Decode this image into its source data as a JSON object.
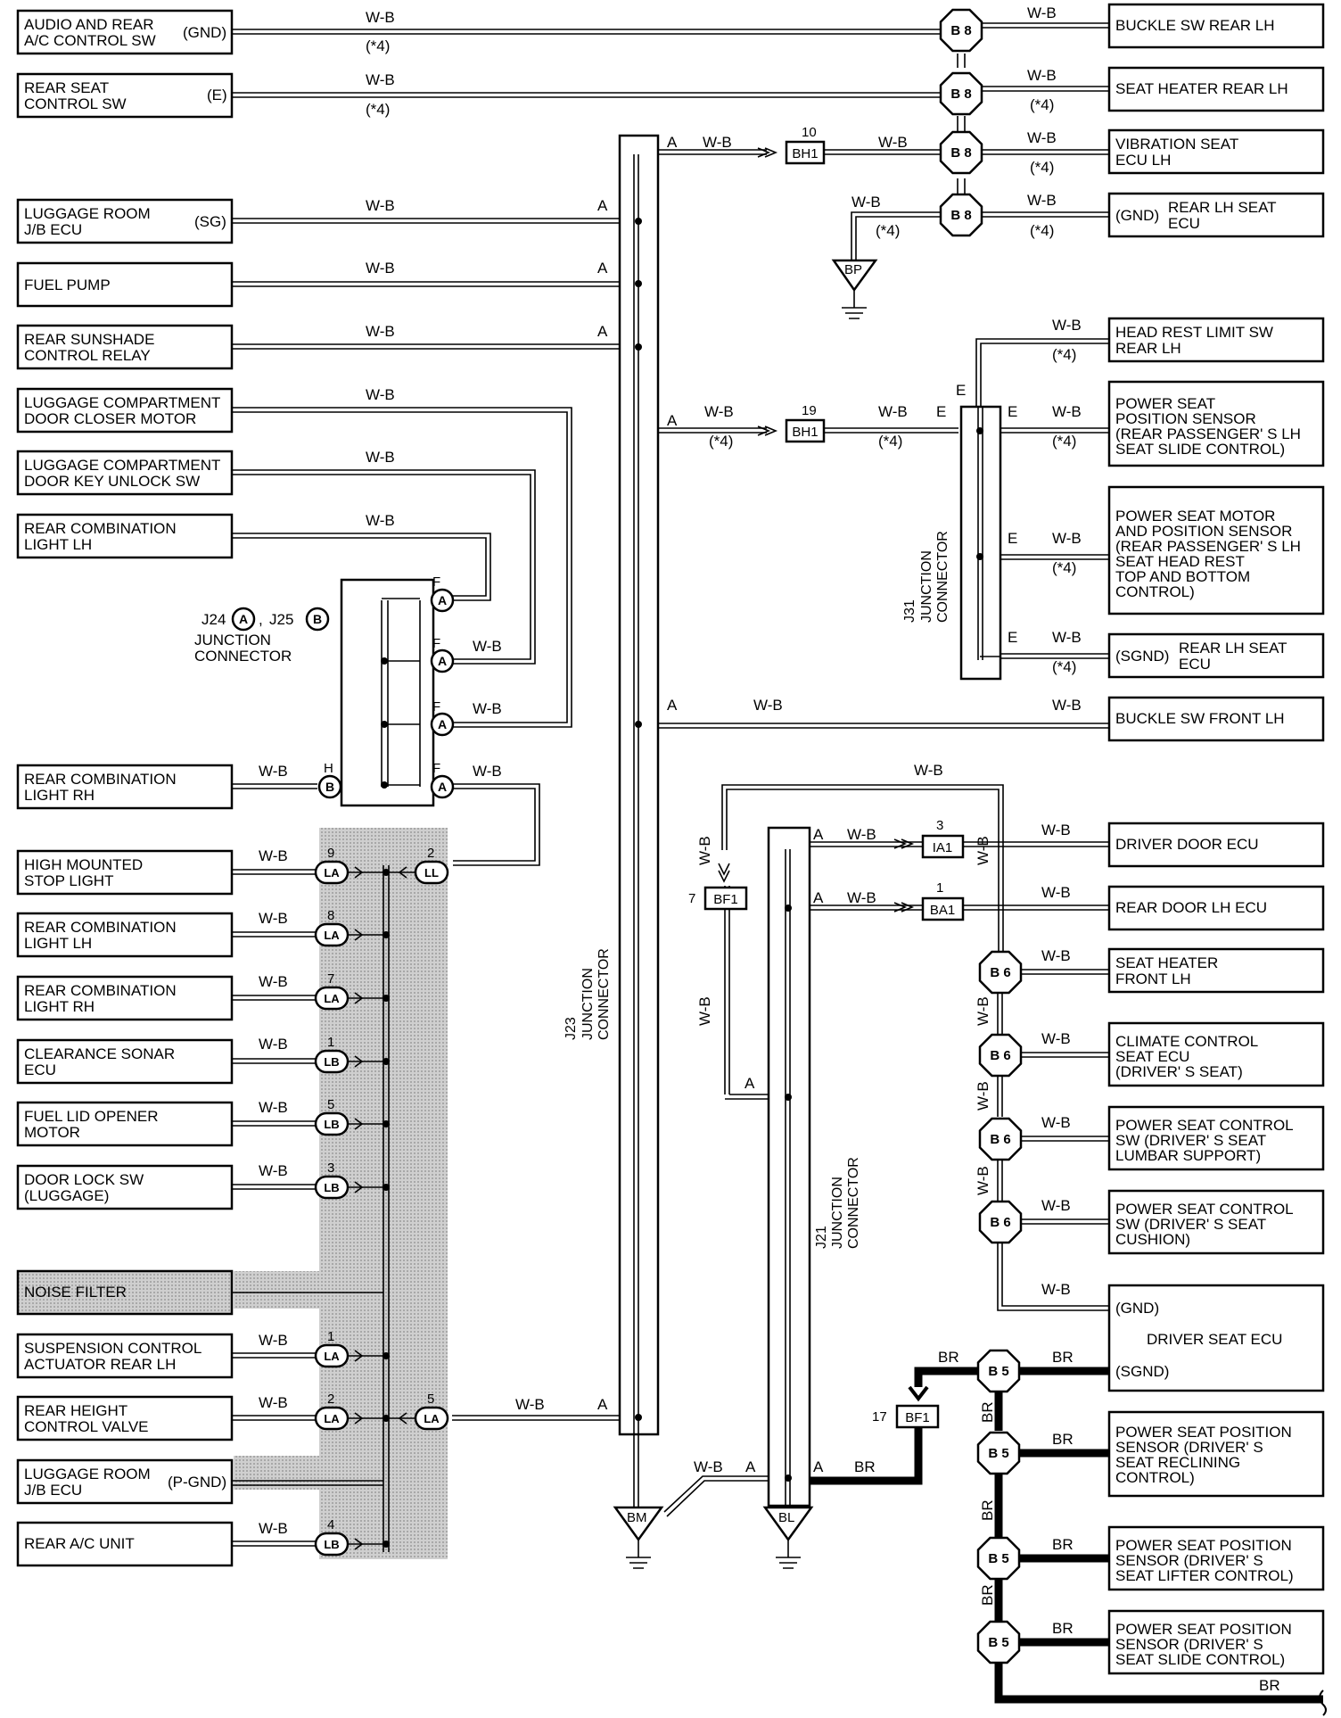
{
  "wire_colors": {
    "wb": "W-B",
    "br": "BR"
  },
  "note4": "(*4)",
  "left_components": [
    {
      "lines": [
        "AUDIO AND REAR",
        "A/C CONTROL SW"
      ],
      "terminal": "(GND)"
    },
    {
      "lines": [
        "REAR SEAT",
        "CONTROL SW"
      ],
      "terminal": "(E)"
    },
    {
      "lines": [
        "LUGGAGE ROOM",
        "J/B ECU"
      ],
      "terminal": "(SG)"
    },
    {
      "lines": [
        "FUEL PUMP"
      ],
      "terminal": ""
    },
    {
      "lines": [
        "REAR SUNSHADE",
        "CONTROL RELAY"
      ],
      "terminal": ""
    },
    {
      "lines": [
        "LUGGAGE COMPARTMENT",
        "DOOR CLOSER MOTOR"
      ],
      "terminal": ""
    },
    {
      "lines": [
        "LUGGAGE COMPARTMENT",
        "DOOR KEY UNLOCK SW"
      ],
      "terminal": ""
    },
    {
      "lines": [
        "REAR COMBINATION",
        "LIGHT LH"
      ],
      "terminal": ""
    },
    {
      "lines": [
        "REAR COMBINATION",
        "LIGHT RH"
      ],
      "terminal": ""
    },
    {
      "lines": [
        "HIGH MOUNTED",
        "STOP LIGHT"
      ],
      "terminal": ""
    },
    {
      "lines": [
        "REAR COMBINATION",
        "LIGHT LH"
      ],
      "terminal": ""
    },
    {
      "lines": [
        "REAR COMBINATION",
        "LIGHT RH"
      ],
      "terminal": ""
    },
    {
      "lines": [
        "CLEARANCE SONAR",
        "ECU"
      ],
      "terminal": ""
    },
    {
      "lines": [
        "FUEL LID OPENER",
        "MOTOR"
      ],
      "terminal": ""
    },
    {
      "lines": [
        "DOOR LOCK SW",
        "(LUGGAGE)"
      ],
      "terminal": ""
    },
    {
      "lines": [
        "NOISE FILTER"
      ],
      "terminal": ""
    },
    {
      "lines": [
        "SUSPENSION CONTROL",
        "ACTUATOR REAR LH"
      ],
      "terminal": ""
    },
    {
      "lines": [
        "REAR HEIGHT",
        "CONTROL VALVE"
      ],
      "terminal": ""
    },
    {
      "lines": [
        "LUGGAGE ROOM",
        "J/B ECU"
      ],
      "terminal": "(P-GND)"
    },
    {
      "lines": [
        "REAR A/C UNIT"
      ],
      "terminal": ""
    }
  ],
  "right_components": [
    {
      "lines": [
        "BUCKLE SW REAR LH"
      ],
      "terminal": ""
    },
    {
      "lines": [
        "SEAT HEATER REAR LH"
      ],
      "terminal": ""
    },
    {
      "lines": [
        "VIBRATION SEAT",
        "ECU LH"
      ],
      "terminal": ""
    },
    {
      "lines": [
        "REAR LH SEAT",
        "ECU"
      ],
      "terminal": "(GND)"
    },
    {
      "lines": [
        "HEAD REST LIMIT SW",
        "REAR LH"
      ],
      "terminal": ""
    },
    {
      "lines": [
        "POWER SEAT",
        "POSITION SENSOR",
        "(REAR PASSENGER' S LH",
        " SEAT SLIDE CONTROL)"
      ],
      "terminal": ""
    },
    {
      "lines": [
        "POWER SEAT MOTOR",
        "AND POSITION SENSOR",
        "(REAR PASSENGER' S LH",
        " SEAT HEAD REST",
        " TOP AND BOTTOM",
        " CONTROL)"
      ],
      "terminal": ""
    },
    {
      "lines": [
        "REAR LH SEAT",
        "ECU"
      ],
      "terminal": "(SGND)"
    },
    {
      "lines": [
        "BUCKLE SW FRONT LH"
      ],
      "terminal": ""
    },
    {
      "lines": [
        "DRIVER DOOR ECU"
      ],
      "terminal": ""
    },
    {
      "lines": [
        "REAR DOOR LH ECU"
      ],
      "terminal": ""
    },
    {
      "lines": [
        "SEAT HEATER",
        "FRONT LH"
      ],
      "terminal": ""
    },
    {
      "lines": [
        "CLIMATE CONTROL",
        "SEAT ECU",
        "(DRIVER' S SEAT)"
      ],
      "terminal": ""
    },
    {
      "lines": [
        "POWER SEAT CONTROL",
        "SW (DRIVER' S SEAT",
        "LUMBAR SUPPORT)"
      ],
      "terminal": ""
    },
    {
      "lines": [
        "POWER SEAT CONTROL",
        "SW (DRIVER' S SEAT",
        "CUSHION)"
      ],
      "terminal": ""
    },
    {
      "lines": [
        "DRIVER SEAT ECU"
      ],
      "terminal": "",
      "pins": [
        "(GND)",
        "(SGND)"
      ]
    },
    {
      "lines": [
        "POWER SEAT POSITION",
        "SENSOR (DRIVER' S",
        "SEAT RECLINING",
        "CONTROL)"
      ],
      "terminal": ""
    },
    {
      "lines": [
        "POWER SEAT POSITION",
        "SENSOR (DRIVER' S",
        "SEAT LIFTER CONTROL)"
      ],
      "terminal": ""
    },
    {
      "lines": [
        "POWER SEAT POSITION",
        "SENSOR (DRIVER' S",
        "SEAT SLIDE CONTROL)"
      ],
      "terminal": ""
    }
  ],
  "junctions": {
    "j23": {
      "id": "J23",
      "name": "JUNCTION",
      "name2": "CONNECTOR"
    },
    "j21": {
      "id": "J21",
      "name": "JUNCTION",
      "name2": "CONNECTOR"
    },
    "j31": {
      "id": "J31",
      "name": "JUNCTION",
      "name2": "CONNECTOR"
    },
    "j24": {
      "id": "J24",
      "id2": "J25",
      "circle_a": "A",
      "circle_b": "B",
      "name": "JUNCTION",
      "name2": "CONNECTOR"
    }
  },
  "connectors": {
    "b8": "B 8",
    "b6": "B 6",
    "b5": "B 5",
    "bh1": "BH1",
    "ia1": "IA1",
    "ba1": "BA1",
    "bf1": "BF1",
    "la": "LA",
    "lb": "LB",
    "ll": "LL"
  },
  "pin_numbers": {
    "bh1_top": "10",
    "bh1_mid": "19",
    "ia1": "3",
    "ba1": "1",
    "bf1_top": "7",
    "bf1_low": "17",
    "la_high": "9",
    "ll": "2",
    "la_rcl": "8",
    "la_rcr": "7",
    "lb_sonar": "1",
    "lb_fuel": "5",
    "lb_door": "3",
    "la_susp": "1",
    "la_valve": "2",
    "la_right": "5",
    "lb_ac": "4"
  },
  "pin_letters": {
    "a": "A",
    "e": "E",
    "f": "F",
    "h": "H"
  },
  "grounds": {
    "bp": "BP",
    "bm": "BM",
    "bl": "BL"
  }
}
